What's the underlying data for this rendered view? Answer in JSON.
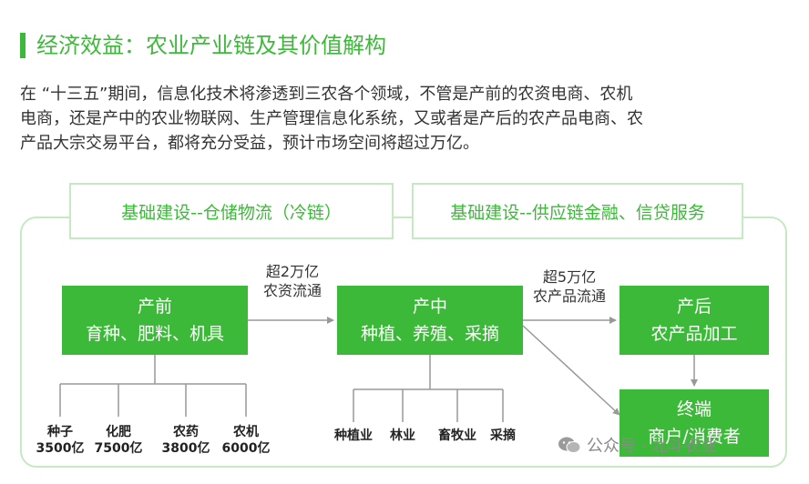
{
  "title": "经济效益：农业产业链及其价值解构",
  "intro": [
    "在 “十三五”期间，信息化技术将渗透到三农各个领域，不管是产前的农资电商、农机",
    "电商，还是产中的农业物联网、生产管理信息化系统，又或者是产后的农产品电商、农",
    "产品大宗交易平台，都将充分受益，预计市场空间将超过万亿。"
  ],
  "infrastructure": {
    "left": "基础建设--仓储物流（冷链）",
    "right": "基础建设--供应链金融、信贷服务"
  },
  "stages": {
    "pre": {
      "line1": "产前",
      "line2": "育种、肥料、机具"
    },
    "mid": {
      "line1": "产中",
      "line2": "种植、养殖、采摘"
    },
    "post": {
      "line1": "产后",
      "line2": "农产品加工"
    },
    "end": {
      "line1": "终端",
      "line2": "商户/消费者"
    }
  },
  "flows": {
    "pre_to_mid": {
      "line1": "超2万亿",
      "line2": "农资流通"
    },
    "mid_to_post": {
      "line1": "超5万亿",
      "line2": "农产品流通"
    }
  },
  "pre_items": [
    {
      "name": "种子",
      "value": "3500亿"
    },
    {
      "name": "化肥",
      "value": "7500亿"
    },
    {
      "name": "农药",
      "value": "3800亿"
    },
    {
      "name": "农机",
      "value": "6000亿"
    }
  ],
  "mid_items": [
    "种植业",
    "林业",
    "畜牧业",
    "采摘"
  ],
  "watermark": "公众号 · 北斗农业",
  "colors": {
    "green": "#3db93a",
    "light_green": "#c5e9c3",
    "line_gray": "#999999"
  }
}
